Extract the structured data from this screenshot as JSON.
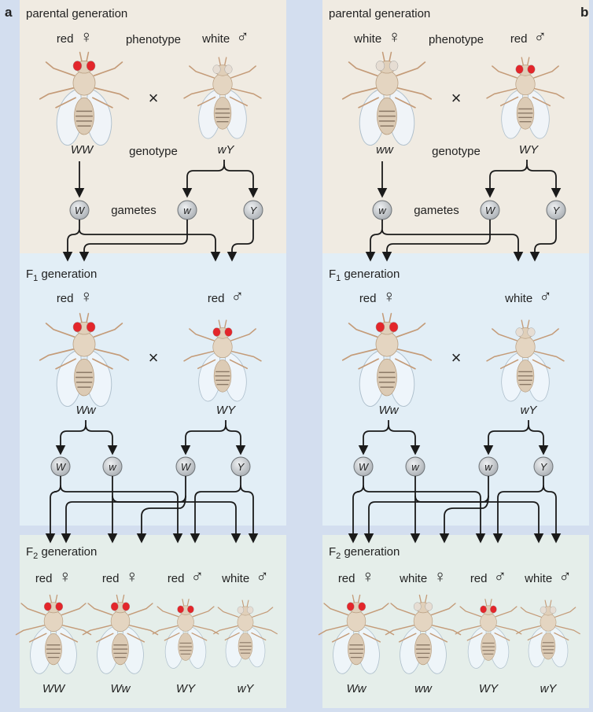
{
  "panels": [
    {
      "letter": "a",
      "parental": {
        "title": "parental generation",
        "female": {
          "color": "red",
          "sign": "♀"
        },
        "phenotype_label": "phenotype",
        "male": {
          "color": "white",
          "sign": "♂"
        },
        "cross": "×",
        "female_genotype": [
          "W",
          "W"
        ],
        "genotype_label": "genotype",
        "male_genotype": [
          "w",
          "Y"
        ],
        "gametes_label": "gametes",
        "female_gamete": "W",
        "male_gametes": [
          "w",
          "Y"
        ]
      },
      "f1": {
        "title_prefix": "F",
        "title_sub": "1",
        "title_suffix": " generation",
        "female": {
          "color": "red",
          "sign": "♀"
        },
        "male": {
          "color": "red",
          "sign": "♂"
        },
        "cross": "×",
        "female_genotype": [
          "W",
          "w"
        ],
        "male_genotype": [
          "W",
          "Y"
        ],
        "female_gametes": [
          "W",
          "w"
        ],
        "male_gametes": [
          "W",
          "Y"
        ]
      },
      "f2": {
        "title_prefix": "F",
        "title_sub": "2",
        "title_suffix": " generation",
        "offspring": [
          {
            "color": "red",
            "sign": "♀",
            "genotype": [
              "W",
              "W"
            ]
          },
          {
            "color": "red",
            "sign": "♀",
            "genotype": [
              "W",
              "w"
            ]
          },
          {
            "color": "red",
            "sign": "♂",
            "genotype": [
              "W",
              "Y"
            ]
          },
          {
            "color": "white",
            "sign": "♂",
            "genotype": [
              "w",
              "Y"
            ]
          }
        ]
      }
    },
    {
      "letter": "b",
      "parental": {
        "title": "parental generation",
        "female": {
          "color": "white",
          "sign": "♀"
        },
        "phenotype_label": "phenotype",
        "male": {
          "color": "red",
          "sign": "♂"
        },
        "cross": "×",
        "female_genotype": [
          "w",
          "w"
        ],
        "genotype_label": "genotype",
        "male_genotype": [
          "W",
          "Y"
        ],
        "gametes_label": "gametes",
        "female_gamete": "w",
        "male_gametes": [
          "W",
          "Y"
        ]
      },
      "f1": {
        "title_prefix": "F",
        "title_sub": "1",
        "title_suffix": " generation",
        "female": {
          "color": "red",
          "sign": "♀"
        },
        "male": {
          "color": "white",
          "sign": "♂"
        },
        "cross": "×",
        "female_genotype": [
          "W",
          "w"
        ],
        "male_genotype": [
          "w",
          "Y"
        ],
        "female_gametes": [
          "W",
          "w"
        ],
        "male_gametes": [
          "w",
          "Y"
        ]
      },
      "f2": {
        "title_prefix": "F",
        "title_sub": "2",
        "title_suffix": " generation",
        "offspring": [
          {
            "color": "red",
            "sign": "♀",
            "genotype": [
              "W",
              "w"
            ]
          },
          {
            "color": "white",
            "sign": "♀",
            "genotype": [
              "w",
              "w"
            ]
          },
          {
            "color": "red",
            "sign": "♂",
            "genotype": [
              "W",
              "Y"
            ]
          },
          {
            "color": "white",
            "sign": "♂",
            "genotype": [
              "w",
              "Y"
            ]
          }
        ]
      }
    }
  ],
  "colors": {
    "background": "#d3deef",
    "parental_bg": "#f0ebe2",
    "f1_bg": "#e2eef6",
    "f2_bg": "#e5eeea",
    "red_eye": "#e3262b",
    "white_eye": "#e6ddd3",
    "fly_body": "#dccbb5",
    "gamete_fill": "#c9cccf"
  }
}
